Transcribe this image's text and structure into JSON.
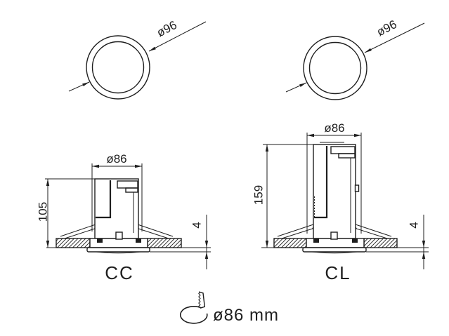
{
  "drawing": {
    "line_color": "#1e1e1e",
    "background": "#ffffff",
    "top_views": {
      "left": {
        "diameter_label": "ø96"
      },
      "right": {
        "diameter_label": "ø96"
      }
    },
    "sections": {
      "cc": {
        "label": "CC",
        "width_dim": "ø86",
        "height_dim": "105",
        "recess_dim": "4"
      },
      "cl": {
        "label": "CL",
        "width_dim": "ø86",
        "height_dim": "159",
        "recess_dim": "4"
      }
    },
    "cutout": {
      "icon": "hole-saw-icon",
      "note": "ø86 mm"
    }
  }
}
